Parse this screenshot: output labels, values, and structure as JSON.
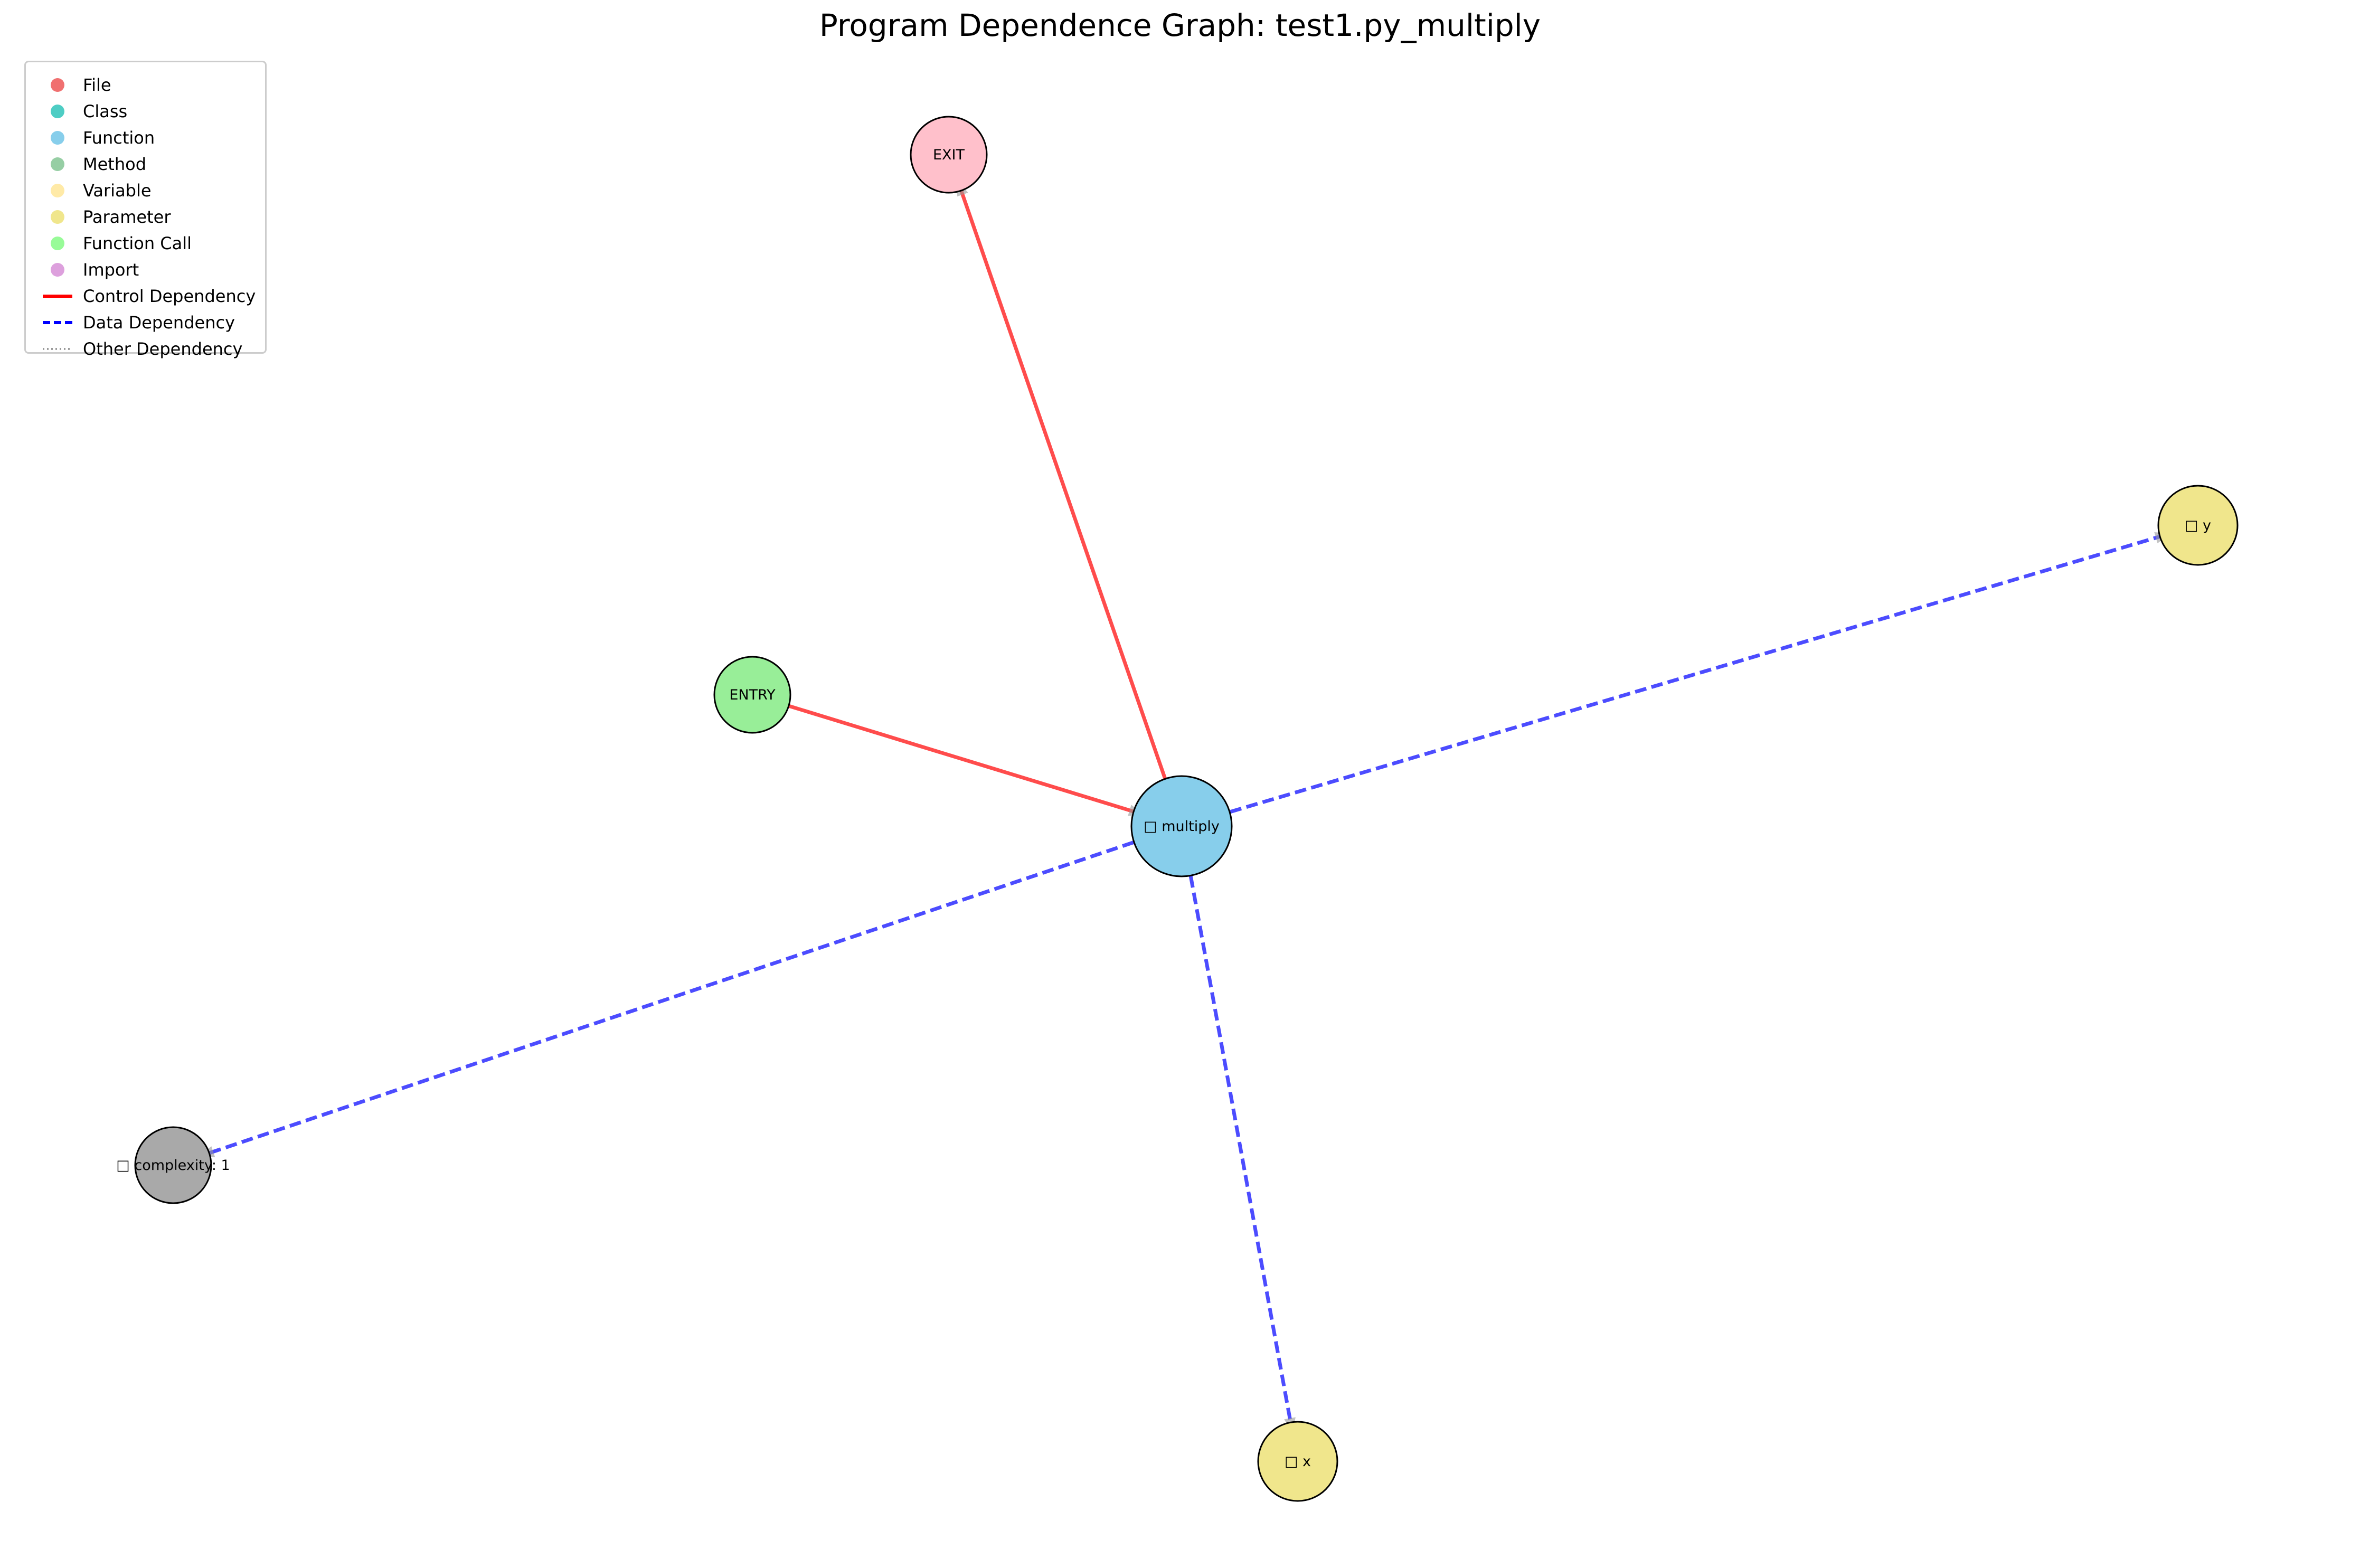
{
  "title": "Program Dependence Graph: test1.py_multiply",
  "legend": {
    "items": [
      {
        "label": "File",
        "kind": "dot",
        "color": "#f07070"
      },
      {
        "label": "Class",
        "kind": "dot",
        "color": "#4ecdc4"
      },
      {
        "label": "Function",
        "kind": "dot",
        "color": "#87ceeb"
      },
      {
        "label": "Method",
        "kind": "dot",
        "color": "#96cea4"
      },
      {
        "label": "Variable",
        "kind": "dot",
        "color": "#ffeaa7"
      },
      {
        "label": "Parameter",
        "kind": "dot",
        "color": "#f0e68c"
      },
      {
        "label": "Function Call",
        "kind": "dot",
        "color": "#98fb98"
      },
      {
        "label": "Import",
        "kind": "dot",
        "color": "#dda0dd"
      },
      {
        "label": "Control Dependency",
        "kind": "solid",
        "color": "#ff0000"
      },
      {
        "label": "Data Dependency",
        "kind": "dashed",
        "color": "#0000ff"
      },
      {
        "label": "Other Dependency",
        "kind": "dotted",
        "color": "#808080"
      }
    ]
  },
  "graph": {
    "nodes": [
      {
        "id": "exit",
        "label": "EXIT",
        "color": "#ffc0cb"
      },
      {
        "id": "entry",
        "label": "ENTRY",
        "color": "#98ee98"
      },
      {
        "id": "multiply",
        "label": "□ multiply",
        "color": "#87ceeb"
      },
      {
        "id": "y",
        "label": "□ y",
        "color": "#f0e68c"
      },
      {
        "id": "x",
        "label": "□ x",
        "color": "#f0e68c"
      },
      {
        "id": "complexity",
        "label": "□ complexity: 1",
        "color": "#a9a9a9"
      }
    ],
    "edges": [
      {
        "from": "multiply",
        "to": "exit",
        "type": "control"
      },
      {
        "from": "entry",
        "to": "multiply",
        "type": "control"
      },
      {
        "from": "multiply",
        "to": "y",
        "type": "data"
      },
      {
        "from": "multiply",
        "to": "x",
        "type": "data"
      },
      {
        "from": "multiply",
        "to": "complexity",
        "type": "data"
      }
    ]
  }
}
